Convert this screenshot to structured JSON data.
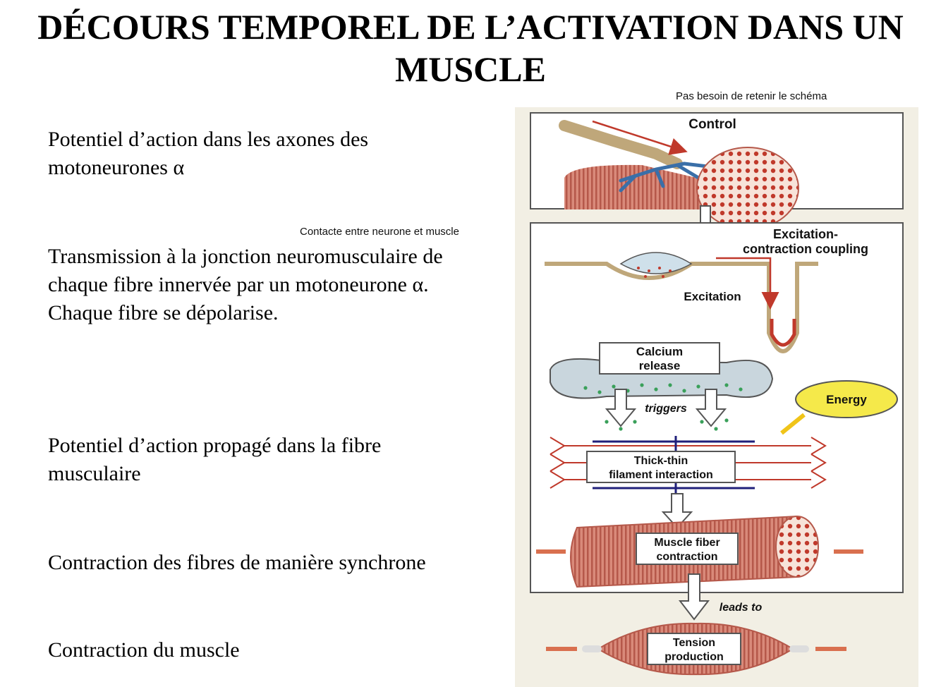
{
  "title_line1": "DÉCOURS TEMPOREL DE L’ACTIVATION DANS UN",
  "title_line2": "MUSCLE",
  "note_schema": "Pas besoin de retenir le schéma",
  "note_contact": "Contacte entre neurone et muscle",
  "steps": [
    {
      "line1": "Potentiel d’action dans les axones des",
      "line2": "motoneurones α"
    },
    {
      "line1": "Transmission à la jonction neuromusculaire de",
      "line2": "chaque fibre innervée par un motoneurone α.",
      "line3": "Chaque fibre se dépolarise."
    },
    {
      "line1": "Potentiel d’action propagé dans la fibre",
      "line2": "musculaire"
    },
    {
      "line1": "Contraction des fibres de manière synchrone"
    },
    {
      "line1": "Contraction du muscle"
    }
  ],
  "diagram": {
    "control": "Control",
    "ecc_line1": "Excitation-",
    "ecc_line2": "contraction coupling",
    "excitation": "Excitation",
    "calcium_line1": "Calcium",
    "calcium_line2": "release",
    "energy": "Energy",
    "triggers": "triggers",
    "filament_line1": "Thick-thin",
    "filament_line2": "filament interaction",
    "fiber_line1": "Muscle fiber",
    "fiber_line2": "contraction",
    "leads_to": "leads to",
    "tension_line1": "Tension",
    "tension_line2": "production"
  },
  "colors": {
    "muscle_red": "#c0392b",
    "muscle_pink": "#d98a7a",
    "energy_yellow": "#f5e94a",
    "nerve_blue": "#3a6fa8",
    "filament_navy": "#1f1f7a",
    "bg_beige": "#f2efe4"
  }
}
